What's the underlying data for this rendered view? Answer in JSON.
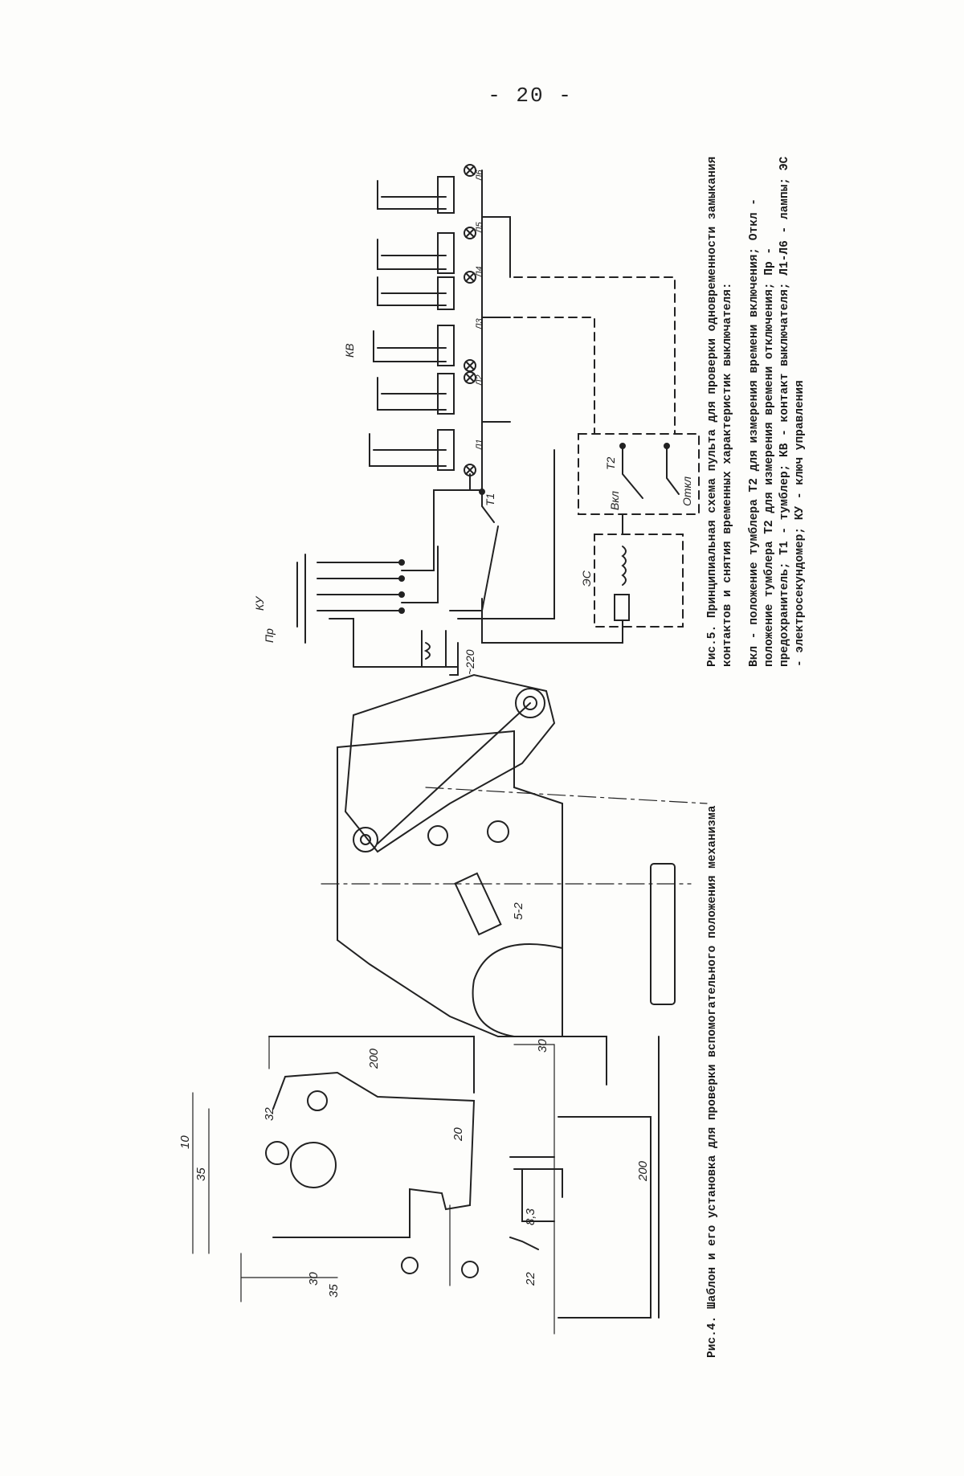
{
  "page": {
    "number": "- 20 -"
  },
  "figure5": {
    "caption": "Рис.5. Принципиальная схема пульта для проверки одновременности замыкания контактов и снятия временных характеристик выключателя:",
    "legend": "Вкл - положение тумблера Т2 для измерения времени включения; Откл - положение тумблера Т2 для измерения времени отключения; Пр - предохранитель; Т1 - тумблер; КВ - контакт выключателя; Л1-Л6 - лампы; ЭС - электросекундомер; КУ - ключ управления",
    "labels": {
      "kv": "КВ",
      "ku": "КУ",
      "t1": "Т1",
      "t2": "Т2",
      "vkl": "Вкл",
      "otkl": "Откл",
      "es": "ЭС",
      "pr": "Пр",
      "v220": "~220",
      "lamps": [
        "Л1",
        "Л2",
        "Л3",
        "Л4",
        "Л5",
        "Л6"
      ]
    }
  },
  "figure4": {
    "caption": "Рис.4. Шаблон и его установка для проверки вспомогательного положения механизма",
    "dimensions": [
      "200",
      "200",
      "30",
      "10",
      "35",
      "32",
      "20",
      "30",
      "35",
      "22",
      "8,3",
      "5-2"
    ]
  }
}
